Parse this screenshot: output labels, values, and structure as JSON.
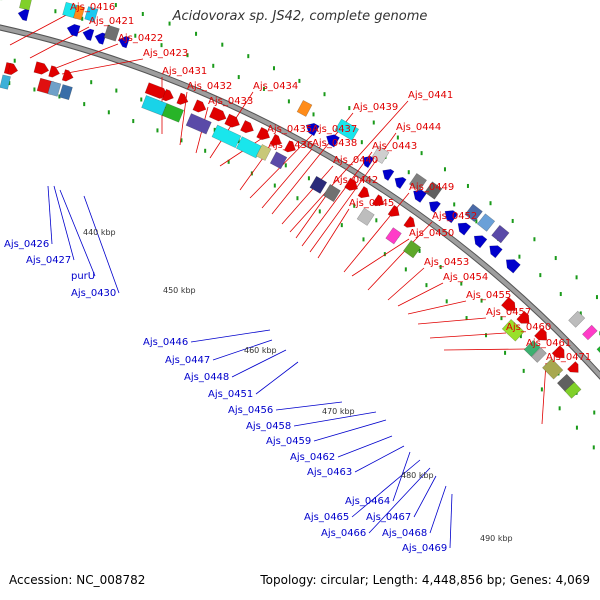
{
  "title": "Acidovorax sp. JS42, complete genome",
  "footer": {
    "accession": "Accession: NC_008782",
    "topology": "Topology: circular; Length: 4,448,856 bp; Genes: 4,069"
  },
  "colors": {
    "forward": "#e00000",
    "reverse": "#0000cc",
    "backbone": "#9e9e9e"
  },
  "kbp_ticks": [
    "440 kbp",
    "450 kbp",
    "460 kbp",
    "470 kbp",
    "480 kbp",
    "490 kbp"
  ],
  "forward_labels": [
    "Ajs_0416",
    "Ajs_0421",
    "Ajs_0422",
    "Ajs_0423",
    "Ajs_0431",
    "Ajs_0432",
    "Ajs_0433",
    "Ajs_0434",
    "Ajs_0435",
    "Ajs_0436",
    "Ajs_0437",
    "Ajs_0438",
    "Ajs_0439",
    "Ajs_0440",
    "Ajs_0441",
    "Ajs_0442",
    "Ajs_0443",
    "Ajs_0444",
    "Ajs_0445",
    "Ajs_0449",
    "Ajs_0450",
    "Ajs_0452",
    "Ajs_0453",
    "Ajs_0454",
    "Ajs_0455",
    "Ajs_0457",
    "Ajs_0460",
    "Ajs_0461",
    "Ajs_0471"
  ],
  "reverse_labels": [
    "Ajs_0426",
    "Ajs_0427",
    "purU",
    "Ajs_0430",
    "Ajs_0446",
    "Ajs_0447",
    "Ajs_0448",
    "Ajs_0451",
    "Ajs_0456",
    "Ajs_0458",
    "Ajs_0459",
    "Ajs_0462",
    "Ajs_0463",
    "Ajs_0464",
    "Ajs_0465",
    "Ajs_0466",
    "Ajs_0467",
    "Ajs_0468",
    "Ajs_0469"
  ]
}
